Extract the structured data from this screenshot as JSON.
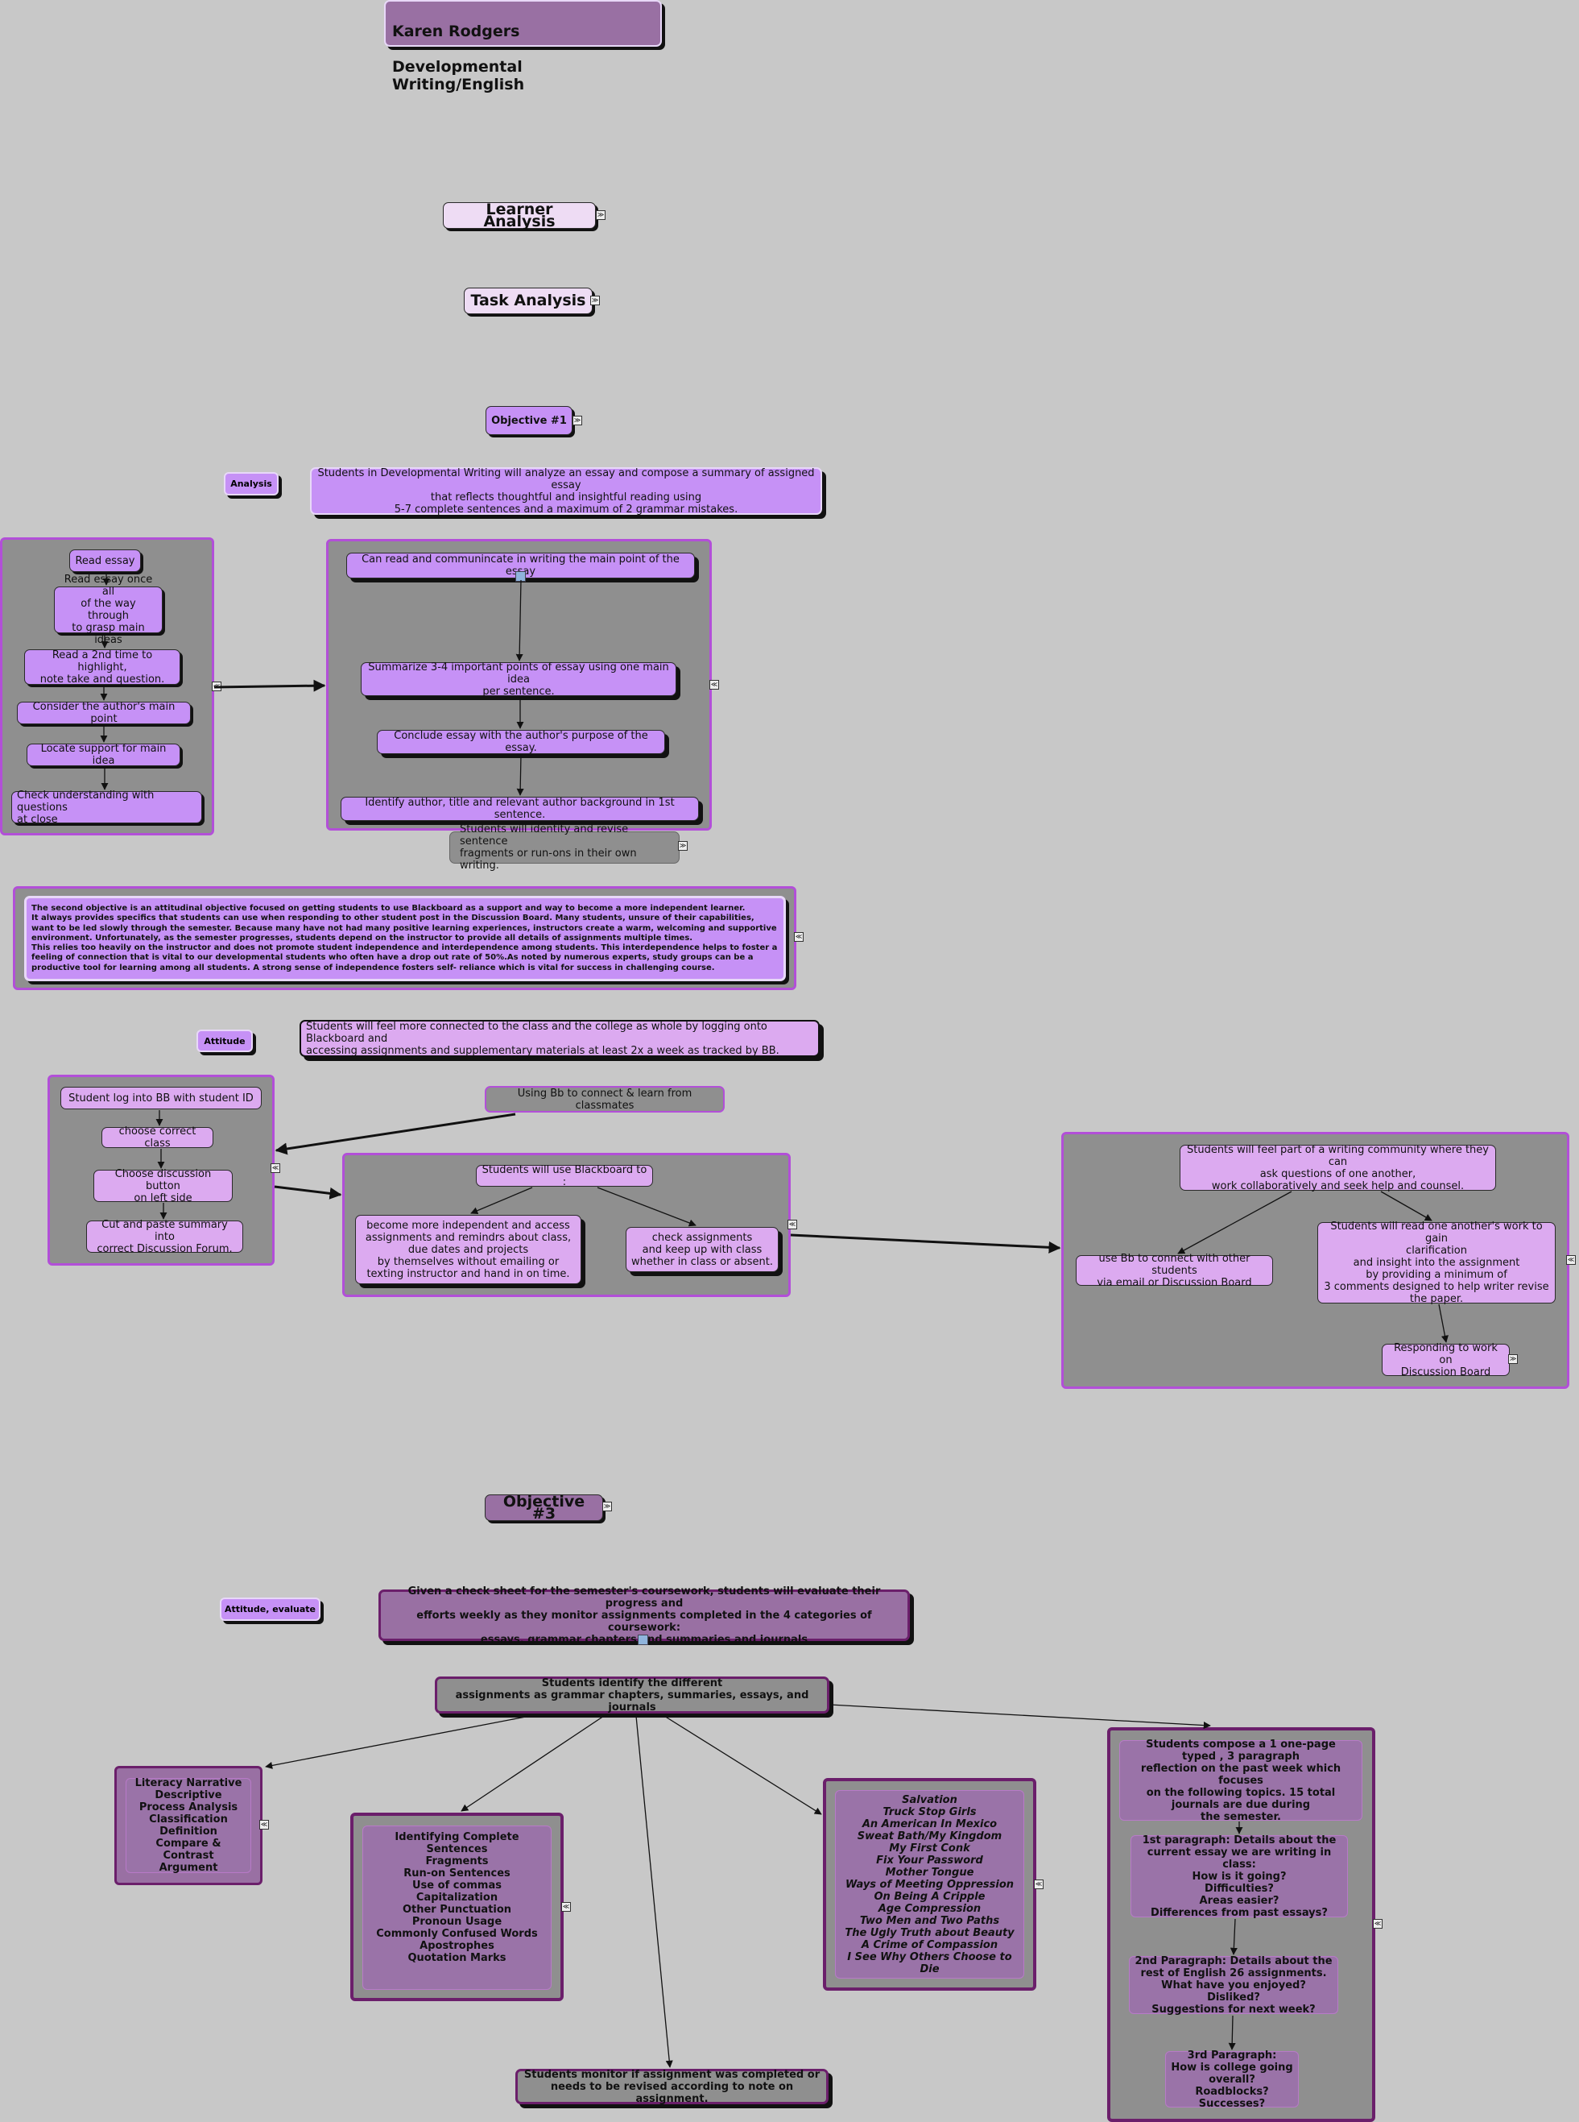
{
  "header": {
    "name": "Karen Rodgers",
    "course": "Developmental Writing/English"
  },
  "learner_analysis": "Learner Analysis",
  "task_analysis": "Task Analysis",
  "obj1": {
    "title": "Objective #1",
    "tag": "Analysis",
    "statement": "Students in Developmental Writing will analyze an essay and compose a  summary of assigned essay\nthat reflects thoughtful and insightful reading using\n5-7 complete sentences and a maximum of 2 grammar mistakes.",
    "steps": [
      "Read essay",
      "Read essay once all\nof the way through\nto grasp main ideas",
      "Read a 2nd time to highlight,\nnote take and question.",
      "Consider the author's main point",
      "Locate support for main idea",
      "Check understanding with questions\nat close"
    ],
    "outcomes": [
      "Can read and communincate in writing  the main point of the essay",
      "Summarize 3-4 important points of essay using one main idea\nper sentence.",
      "Conclude essay with the author's purpose of the essay.",
      "Identify author, title and relevant author background in 1st sentence."
    ],
    "revise": "Students will identity and revise  sentence\nfragments or run-ons in their own writing."
  },
  "obj2": {
    "description": "The second objective is an attitudinal objective focused on getting students to use Blackboard as a support and way to become a more independent learner.\n It always provides specifics that students can use when responding to other student post in the Discussion Board. Many students, unsure of their capabilities,\n want to be led slowly through the semester. Because many have not had many positive learning experiences, instructors create a warm, welcoming and supportive\n environment. Unfortunately, as the semester progresses, students depend on the instructor to provide all details of assignments multiple times.\nThis relies too heavily on the instructor and does not promote student independence and interdependence among students. This interdependence helps to foster a\n feeling of connection that is vital to our developmental students who often have a drop out rate of 50%.As noted by numerous experts, study groups can be a\n productive tool for learning among all  students. A strong sense of independence fosters self- reliance which is vital for success in challenging course.",
    "tag": "Attitude",
    "statement": "Students will feel more connected to the class and the college as whole by logging onto Blackboard and\n accessing assignments and supplementary materials at least 2x a week as tracked by BB.",
    "steps": [
      "Student  log into BB with student ID",
      "choose correct class",
      "Choose discussion button\non left side",
      "Cut and paste summary into\ncorrect Discussion Forum."
    ],
    "using_bb": "Using Bb to connect & learn from classmates",
    "use_bb": "Students will use Blackboard to :",
    "independent": "become more independent and  access\nassignments and remindrs about class,\ndue dates and projects\nby themselves without emailing or\ntexting instructor and hand in on time.",
    "check": "check assignments\nand keep up with class\nwhether in class or absent.",
    "community": "Students will feel part of a writing community where they can\nask questions of one another,\nwork collaboratively and seek help and counsel.",
    "connect": "use Bb to connect with other students\nvia email or Discussion Board",
    "read": "Students will read one another's work to gain\nclarification\nand insight into the assignment\nby providing a minimum of\n3 comments designed to help writer revise\nthe paper.",
    "respond": "Responding to work on\nDiscussion Board"
  },
  "obj3": {
    "title": "Objective #3",
    "tag": "Attitude, evaluate",
    "statement": "Given a check sheet for the semester's coursework, students will evaluate their progress  and\nefforts weekly as they monitor assignments completed in the  4 categories of coursework:\nessays, grammar chapters and summaries and journals",
    "identify": "Students identify the different\nassignments as grammar chapters,  summaries, essays, and journals",
    "essays": "Literacy Narrative\nDescriptive\nProcess Analysis\nClassification\nDefinition\nCompare & Contrast\nArgument",
    "grammar": "Identifying Complete Sentences\nFragments\nRun-on Sentences\nUse of commas\nCapitalization\nOther Punctuation\nPronoun Usage\nCommonly Confused Words\nApostrophes\nQuotation Marks",
    "readings": "Salvation\nTruck Stop Girls\nAn American In Mexico\nSweat Bath/My Kingdom\nMy First Conk\nFix Your Password\nMother Tongue\nWays of Meeting Oppression\nOn Being  A Cripple\nAge Compression\nTwo Men and Two Paths\nThe Ugly Truth about Beauty\nA Crime of Compassion\nI See Why Others Choose to Die",
    "journal_intro": "Students compose a 1  one-page\ntyped , 3 paragraph\nreflection on the past week which focuses\non the following topics. 15 total\njournals are due during\nthe semester.",
    "p1": "1st paragraph: Details about the\ncurrent essay we are writing in class:\nHow is it going?\nDifficulties?\nAreas easier?\nDifferences from past essays?",
    "p2": "2nd Paragraph: Details about the\nrest of English 26 assignments.\nWhat  have you enjoyed?  Disliked?\nSuggestions for next week?",
    "p3": "3rd Paragraph:\nHow is college going\noverall? Roadblocks?\nSuccesses?",
    "monitor": "Students monitor if assignment was completed or\nneeds to be revised according to note on assignment."
  },
  "icons": {
    "expand": "expand-icon",
    "collapse": "collapse-icon",
    "attachment": "attachment-icon"
  }
}
